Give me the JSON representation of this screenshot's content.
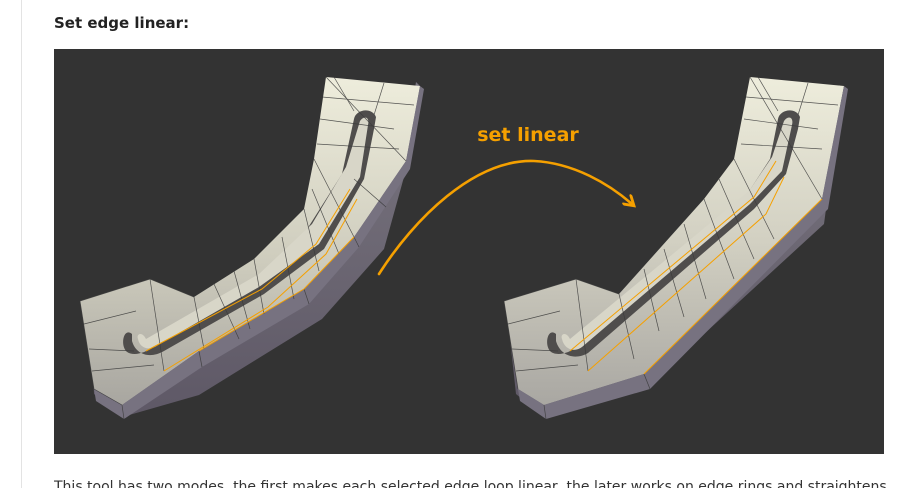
{
  "section": {
    "heading": "Set edge linear:"
  },
  "figure": {
    "arrow_label": "set linear",
    "colors": {
      "background": "#333333",
      "arrow": "#f5a000",
      "mesh_light": "#e9e8d6",
      "mesh_dark": "#6b6670",
      "selected_edge": "#f5a000"
    }
  },
  "body": {
    "paragraph": "This tool has two modes, the first makes each selected edge loop linear, the later works on edge rings and straightens"
  }
}
